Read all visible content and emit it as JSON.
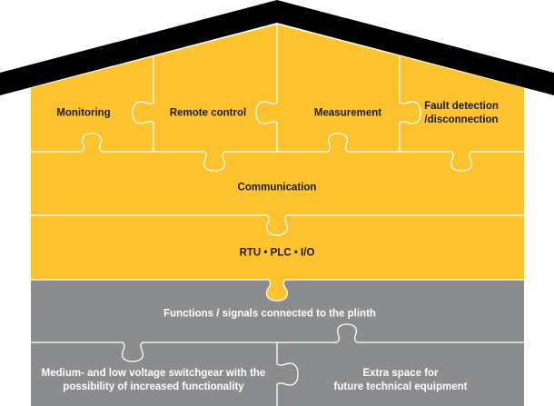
{
  "colors": {
    "roof": "#000000",
    "upper_blocks": "#FCC32E",
    "lower_blocks": "#8A8C8E",
    "seams": "#ffffff",
    "upper_text": "#1b1b1b",
    "lower_text": "#ffffff"
  },
  "roof": {
    "label": ""
  },
  "top_row": [
    {
      "label": "Monitoring"
    },
    {
      "label": "Remote control"
    },
    {
      "label": "Measurement"
    },
    {
      "label": "Fault detection\n/disconnection",
      "line1": "Fault detection",
      "line2": "/disconnection"
    }
  ],
  "communication": {
    "label": "Communication"
  },
  "rtu": {
    "label": "RTU • PLC • I/O"
  },
  "plinth_functions": {
    "label": "Functions / signals connected to the plinth"
  },
  "bottom_row": [
    {
      "line1": "Medium- and low voltage switchgear with the",
      "line2": "possibility of increased functionality"
    },
    {
      "line1": "Extra space for",
      "line2": "future technical equipment"
    }
  ]
}
